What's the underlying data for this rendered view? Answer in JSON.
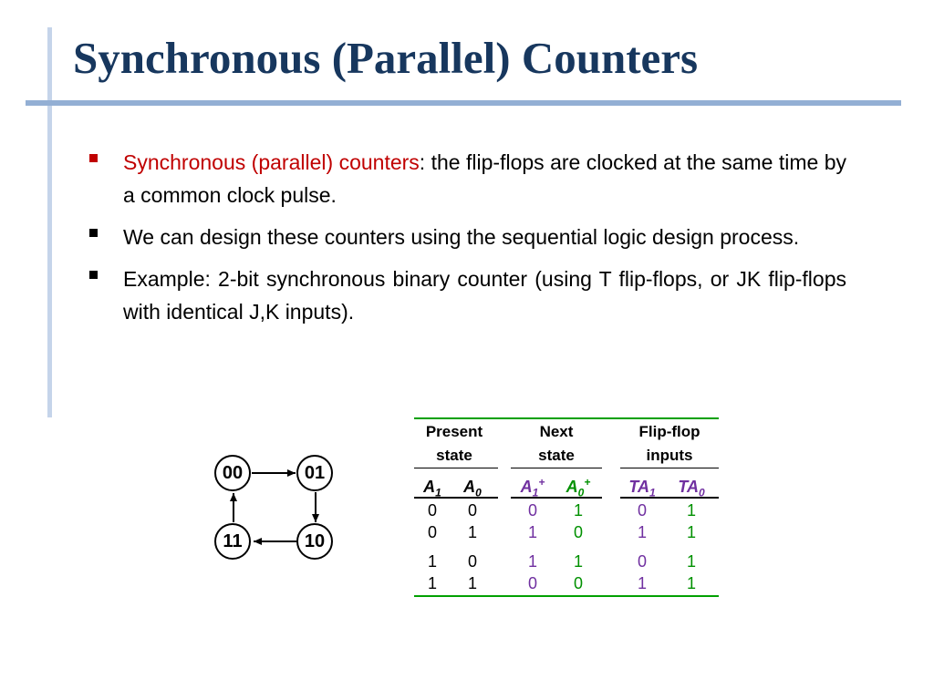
{
  "slide": {
    "title": "Synchronous (Parallel) Counters",
    "bullets": [
      {
        "highlight": "Synchronous (parallel) counters",
        "text": ": the flip-flops are clocked at the same time by a common clock pulse."
      },
      {
        "text": "We can design these counters using the sequential logic design process."
      },
      {
        "text": "Example: 2-bit synchronous binary counter (using T flip-flops, or JK flip-flops with identical J,K inputs)."
      }
    ]
  },
  "diagram": {
    "states": [
      "00",
      "01",
      "10",
      "11"
    ]
  },
  "table": {
    "groups": [
      {
        "line1": "Present",
        "line2": "state"
      },
      {
        "line1": "Next",
        "line2": "state"
      },
      {
        "line1": "Flip-flop",
        "line2": "inputs"
      }
    ],
    "columns": [
      {
        "base": "A",
        "sub": "1",
        "sup": ""
      },
      {
        "base": "A",
        "sub": "0",
        "sup": ""
      },
      {
        "base": "A",
        "sub": "1",
        "sup": "+"
      },
      {
        "base": "A",
        "sub": "0",
        "sup": "+"
      },
      {
        "base": "TA",
        "sub": "1",
        "sup": ""
      },
      {
        "base": "TA",
        "sub": "0",
        "sup": ""
      }
    ],
    "rows": [
      [
        "0",
        "0",
        "0",
        "1",
        "0",
        "1"
      ],
      [
        "0",
        "1",
        "1",
        "0",
        "1",
        "1"
      ],
      [
        "1",
        "0",
        "1",
        "1",
        "0",
        "1"
      ],
      [
        "1",
        "1",
        "0",
        "0",
        "1",
        "1"
      ]
    ],
    "colors": {
      "next_state": "#7030a0",
      "inputs": "#009000",
      "border": "#00a000"
    }
  }
}
